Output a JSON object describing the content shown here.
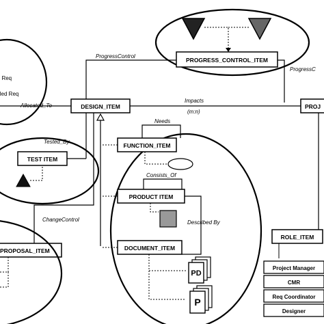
{
  "nodes": {
    "progress_control_item": "PROGRESS_CONTROL_ITEM",
    "design_item": "DESIGN_ITEM",
    "project_item_partial": "PROJ",
    "function_item": "FUNCTION_ITEM",
    "test_item": "TEST ITEM",
    "product_item": "PRODUCT ITEM",
    "document_item": "DOCUMENT_ITEM",
    "proposal_item_partial": "PROPOSAL_ITEM",
    "role_item": "ROLE_ITEM"
  },
  "edges": {
    "progress_control_left": "ProgressControl",
    "progress_control_right": "ProgressC",
    "allocated_to": "Allocated_To",
    "impacts": "Impacts",
    "impacts_sub": "(m:n)",
    "tested_by": "Tested_By",
    "needs": "Needs",
    "consists_of": "Consists_Of",
    "change_control": "ChangeControl",
    "described_by": "Described By"
  },
  "requirements_partial": {
    "line1": ": Req",
    "line2": "iled Req"
  },
  "roles": [
    "Project Manager",
    "CMR",
    "Req Coordinator",
    "Designer"
  ],
  "documents": {
    "pd": "PD",
    "p": "P"
  }
}
